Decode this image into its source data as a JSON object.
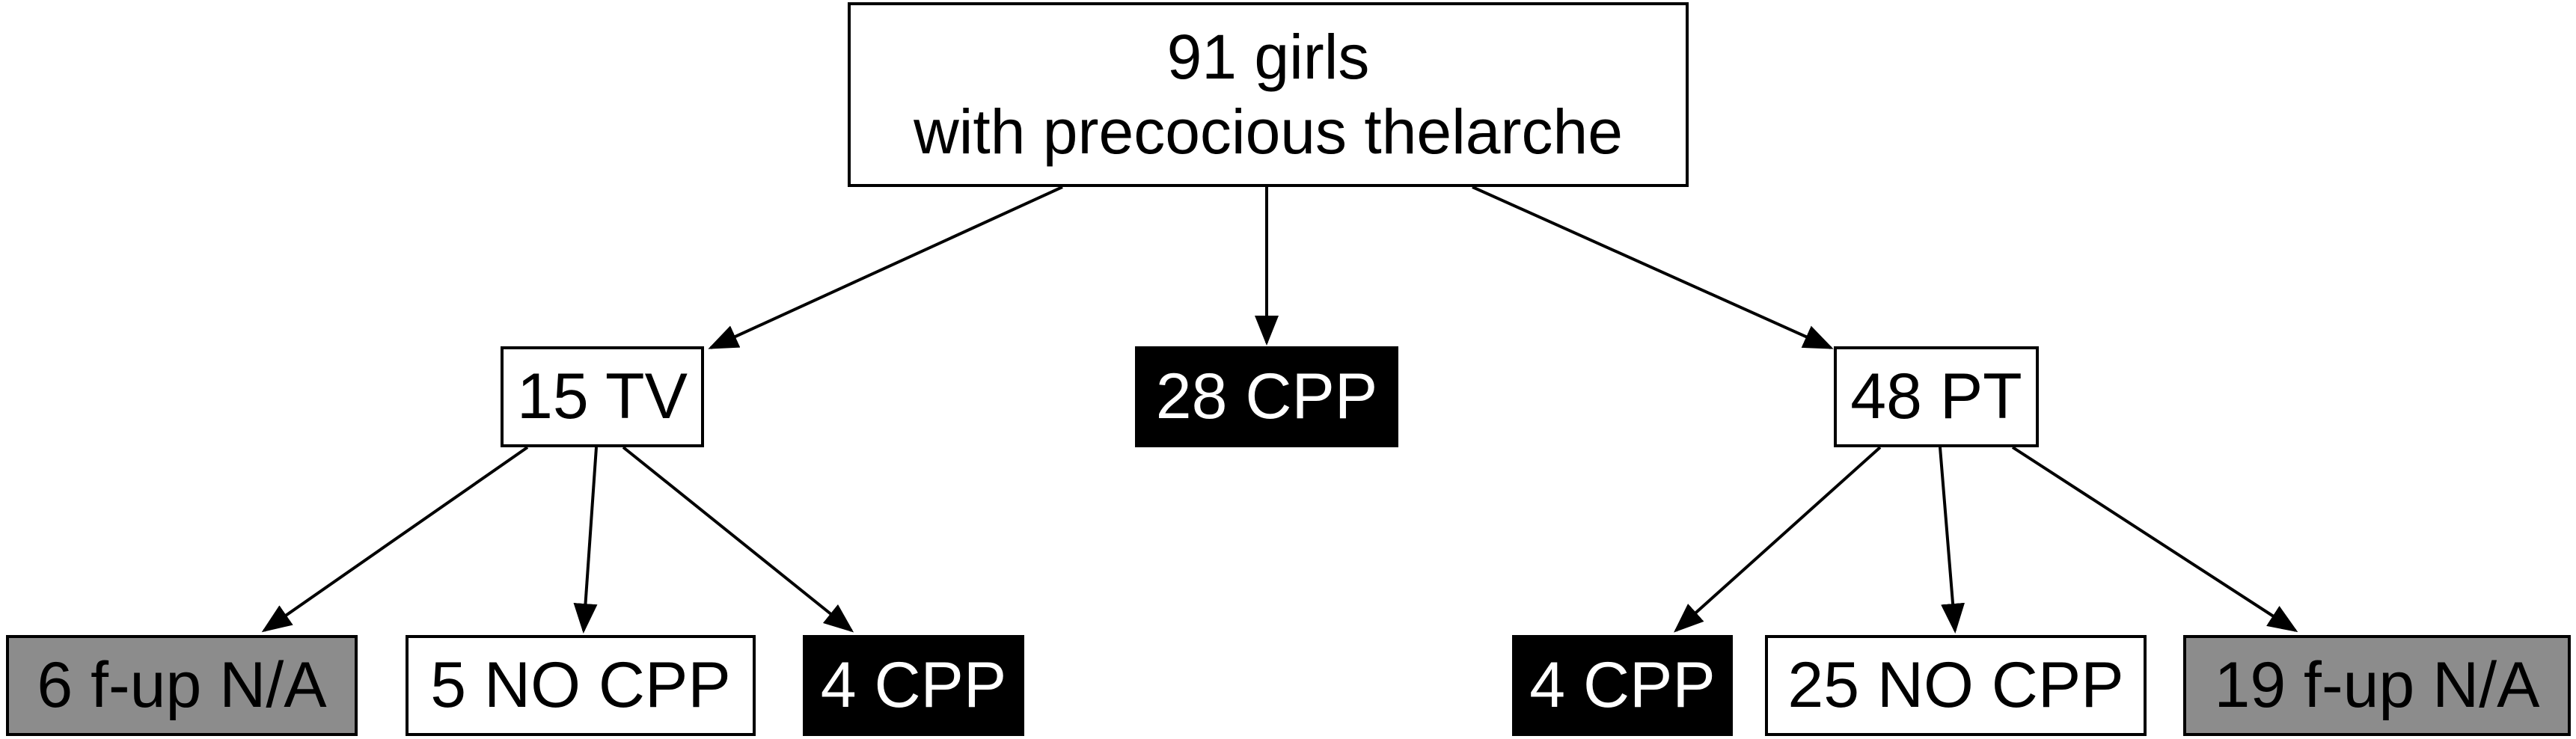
{
  "diagram": {
    "root": {
      "line1": "91 girls",
      "line2": "with precocious thelarche"
    },
    "level2": {
      "tv": "15 TV",
      "cpp": "28 CPP",
      "pt": "48 PT"
    },
    "tv_children": {
      "na": "6 f-up N/A",
      "no_cpp": "5 NO CPP",
      "cpp": "4 CPP"
    },
    "pt_children": {
      "cpp": "4 CPP",
      "no_cpp": "25 NO CPP",
      "na": "19 f-up N/A"
    },
    "colors": {
      "line": "#000000",
      "white_fill": "#ffffff",
      "black_fill": "#000000",
      "gray_fill": "#8c8c8c"
    }
  }
}
